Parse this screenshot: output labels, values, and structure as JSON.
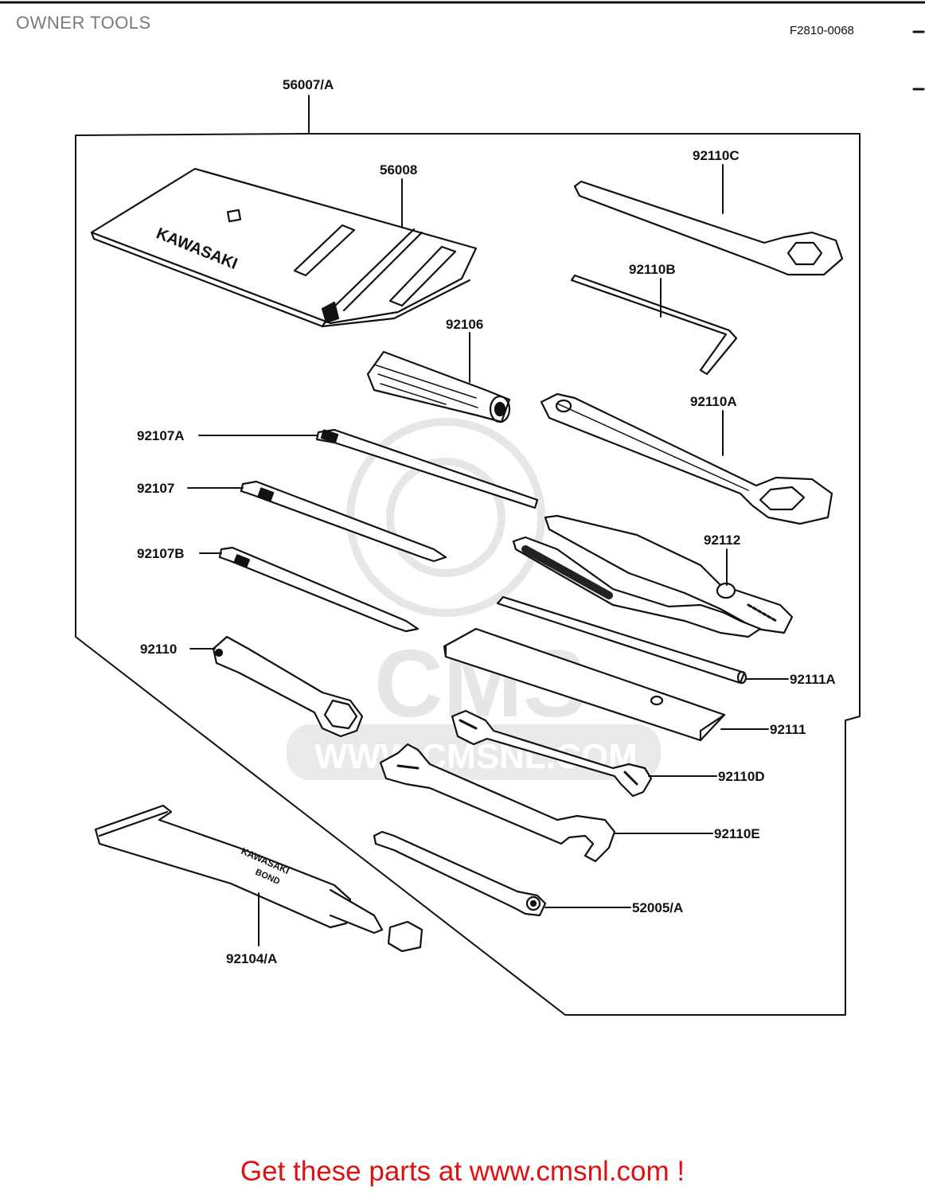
{
  "header": {
    "title": "OWNER TOOLS",
    "figure_code": "F2810-0068"
  },
  "footer": {
    "link_text": "Get these parts at www.cmsnl.com !"
  },
  "watermark": {
    "text": "WWW.CMSNL.COM",
    "letters": "CMS"
  },
  "tool_markings": {
    "pouch_brand": "KAWASAKI",
    "tube_brand": "KAWASAKI",
    "tube_product": "BOND"
  },
  "callouts": [
    {
      "id": "56007/A",
      "label": "56007/A"
    },
    {
      "id": "56008",
      "label": "56008"
    },
    {
      "id": "92110C",
      "label": "92110C"
    },
    {
      "id": "92110B",
      "label": "92110B"
    },
    {
      "id": "92106",
      "label": "92106"
    },
    {
      "id": "92110A",
      "label": "92110A"
    },
    {
      "id": "92107A",
      "label": "92107A"
    },
    {
      "id": "92107",
      "label": "92107"
    },
    {
      "id": "92112",
      "label": "92112"
    },
    {
      "id": "92107B",
      "label": "92107B"
    },
    {
      "id": "92110",
      "label": "92110"
    },
    {
      "id": "92111A",
      "label": "92111A"
    },
    {
      "id": "92111",
      "label": "92111"
    },
    {
      "id": "92110D",
      "label": "92110D"
    },
    {
      "id": "92110E",
      "label": "92110E"
    },
    {
      "id": "52005/A",
      "label": "52005/A"
    },
    {
      "id": "92104/A",
      "label": "92104/A"
    }
  ],
  "colors": {
    "line": "#111111",
    "footer_link": "#e01010",
    "title": "#7a7a7a",
    "watermark": "#9a9a9a"
  }
}
